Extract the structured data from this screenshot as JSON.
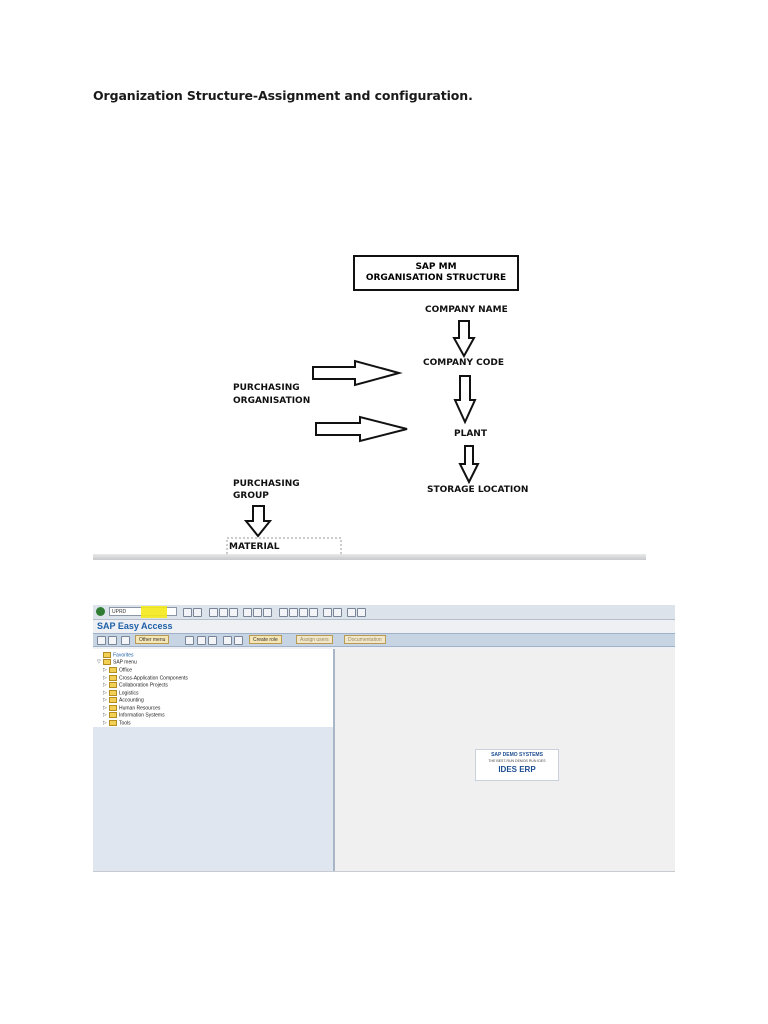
{
  "document": {
    "heading": "Organization Structure-Assignment and configuration."
  },
  "diagram": {
    "title_line1": "SAP MM",
    "title_line2": "ORGANISATION STRUCTURE",
    "company_name": "COMPANY NAME",
    "company_code": "COMPANY CODE",
    "plant": "PLANT",
    "storage_location": "STORAGE LOCATION",
    "purchasing_org_line1": "PURCHASING",
    "purchasing_org_line2": "ORGANISATION",
    "purchasing_group_line1": "PURCHASING",
    "purchasing_group_line2": "GROUP",
    "material": "MATERIAL"
  },
  "sap": {
    "command_field": "UPRD",
    "title": "SAP Easy Access",
    "buttons": {
      "other_menu": "Other menu",
      "create_role": "Create role",
      "assign_users": "Assign users",
      "documentation": "Documentation"
    },
    "tree": {
      "favorites": "Favorites",
      "sap_menu": "SAP menu",
      "items": [
        "Office",
        "Cross-Application Components",
        "Collaboration Projects",
        "Logistics",
        "Accounting",
        "Human Resources",
        "Information Systems",
        "Tools"
      ]
    },
    "logo": {
      "line1": "SAP DEMO SYSTEMS",
      "line2": "THE BEST-RUN DEMOS RUN IDES",
      "line3": "IDES ERP"
    }
  }
}
